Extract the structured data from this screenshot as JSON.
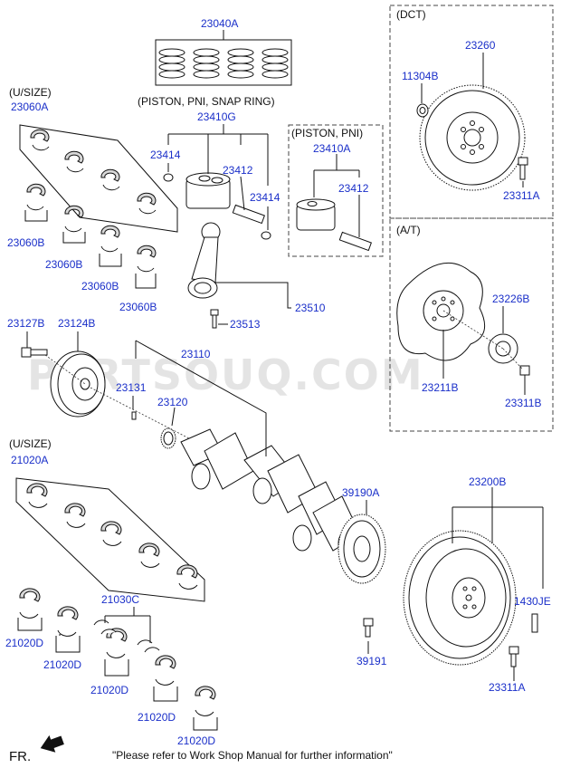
{
  "diagram": {
    "watermark": "PARTSOUQ.COM",
    "footer_note": "\"Please refer to Work Shop Manual for further information\"",
    "front_marker": "FR.",
    "sections": {
      "dct": "(DCT)",
      "at": "(A/T)",
      "usize_top": "(U/SIZE)",
      "usize_bottom": "(U/SIZE)",
      "piston_pni_snap": "(PISTON, PNI, SNAP RING)",
      "piston_pni": "(PISTON, PNI)"
    },
    "parts": {
      "p23040A": "23040A",
      "p23410G": "23410G",
      "p23410A": "23410A",
      "p23414a": "23414",
      "p23414b": "23414",
      "p23412a": "23412",
      "p23412b": "23412",
      "p23510": "23510",
      "p23513": "23513",
      "p23060A": "23060A",
      "p23060Ba": "23060B",
      "p23060Bb": "23060B",
      "p23060Bc": "23060B",
      "p23060Bd": "23060B",
      "p23127B": "23127B",
      "p23124B": "23124B",
      "p23110": "23110",
      "p23131": "23131",
      "p23120": "23120",
      "p21020A": "21020A",
      "p21030C": "21030C",
      "p21020Da": "21020D",
      "p21020Db": "21020D",
      "p21020Dc": "21020D",
      "p21020Dd": "21020D",
      "p21020De": "21020D",
      "p39190A": "39190A",
      "p39191": "39191",
      "p23200B": "23200B",
      "p1430JE": "1430JE",
      "p23311Aa": "23311A",
      "p23311Ab": "23311A",
      "p23311B": "23311B",
      "p23260": "23260",
      "p11304B": "11304B",
      "p23226B": "23226B",
      "p23211B": "23211B"
    }
  }
}
